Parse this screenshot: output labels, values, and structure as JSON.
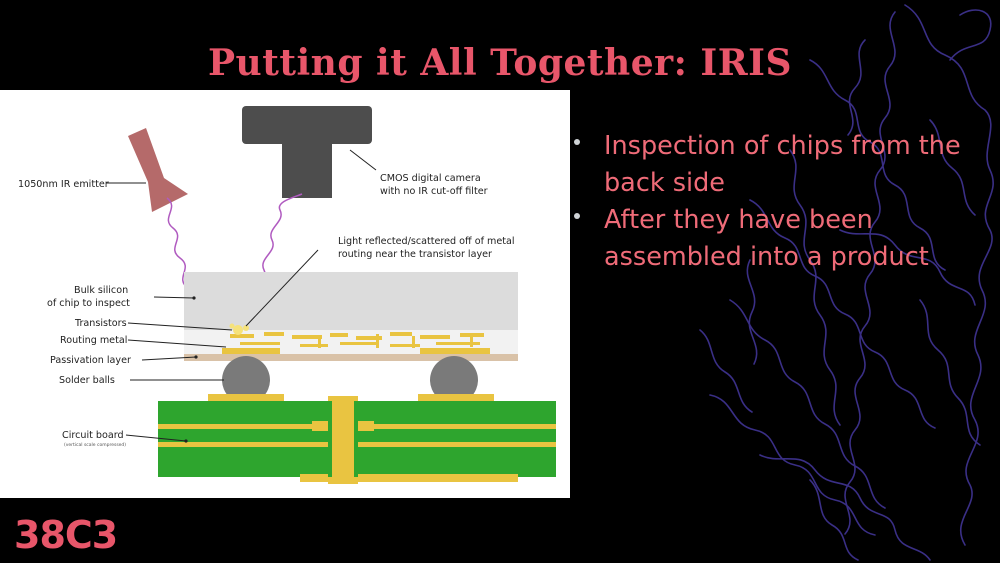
{
  "slide": {
    "title": "Putting it All Together: IRIS",
    "bullets": [
      "Inspection of chips from the back side",
      "After they have been assembled into a product"
    ],
    "logo_text": "38C3"
  },
  "diagram": {
    "labels": {
      "emitter": "1050nm IR emitter",
      "camera_line1": "CMOS digital camera",
      "camera_line2": "with no IR cut-off filter",
      "reflect_line1": "Light reflected/scattered off of metal",
      "reflect_line2": "routing near the transistor layer",
      "bulk_line1": "Bulk silicon",
      "bulk_line2": "of chip to inspect",
      "transistors": "Transistors",
      "routing": "Routing metal",
      "passivation": "Passivation layer",
      "solder": "Solder balls",
      "board": "Circuit board",
      "board_note": "(vertical scale compressed)"
    }
  },
  "colors": {
    "accent": "#e8566a",
    "bullet_text": "#ef6b78",
    "board_green": "#2ea52e",
    "gold": "#e9c441",
    "silicon": "#dcdcdc",
    "squiggle": "#3a2f86"
  }
}
